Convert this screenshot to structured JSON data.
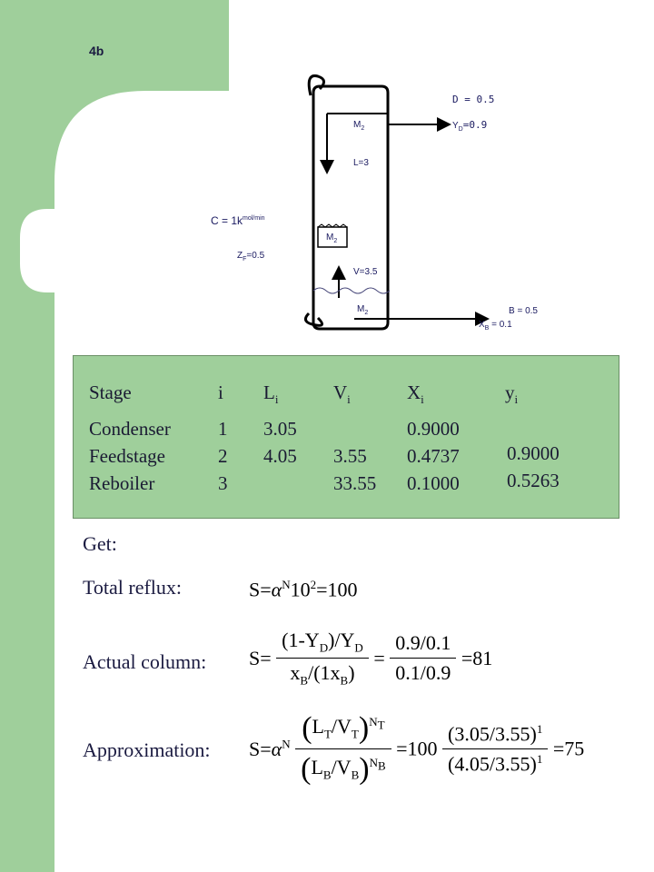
{
  "slide": {
    "number": "4b"
  },
  "theme": {
    "band_color": "#9fcf9b",
    "table_fill": "#9fcf9b",
    "text_color": "#1a1a40"
  },
  "diagram": {
    "d_label": "D = 0.5",
    "yd_label": "Y",
    "yd_sub": "D",
    "yd_value": "=0.9",
    "m2_label": "M",
    "m2_sub": "2",
    "l_label": "L=3",
    "c_label": "C = 1k",
    "c_sup": "mol/min",
    "zf_label": "Z",
    "zf_sub": "F",
    "zf_value": "=0.5",
    "v_label": "V=3.5",
    "b_label": "B = 0.5",
    "xb_label": "X",
    "xb_sub": "B",
    "xb_value": " = 0.1"
  },
  "table": {
    "headers": [
      {
        "main": "Stage",
        "sub": ""
      },
      {
        "main": "i",
        "sub": ""
      },
      {
        "main": "L",
        "sub": "i"
      },
      {
        "main": "V",
        "sub": "i"
      },
      {
        "main": "X",
        "sub": "i"
      },
      {
        "main": "y",
        "sub": "i"
      }
    ],
    "stages": [
      "Condenser",
      "Feedstage",
      "Reboiler"
    ],
    "i": [
      "1",
      "2",
      "3"
    ],
    "L": [
      "3.05",
      "4.05"
    ],
    "V": [
      "3.55",
      "33.55"
    ],
    "X": [
      "0.9000",
      "0.4737",
      "0.1000"
    ],
    "y": [
      "0.9000",
      "0.5263"
    ]
  },
  "labels": {
    "get": "Get:",
    "total_reflux": "Total reflux:",
    "actual_column": "Actual column:",
    "approximation": "Approximation:"
  },
  "equations": {
    "total_reflux": {
      "s": "S=",
      "alpha": "α",
      "n_sup": "N",
      "ten": "10",
      "two_sup": "2",
      "result": "=100"
    },
    "actual": {
      "s": "S=",
      "num": "(1-Y",
      "num_sub": "D",
      "num_mid": ")/Y",
      "num_sub2": "D",
      "den": "x",
      "den_sub": "B",
      "den_rest": "/(1x",
      "den_sub2": "B",
      "den_end": ")",
      "eq1": "=",
      "num2": "0.9/0.1",
      "den2": "0.1/0.9",
      "result": "=81"
    },
    "approx": {
      "s": "S=",
      "alpha": "α",
      "n_sup": "N",
      "top_l": "L",
      "top_sub1": "T",
      "top_slash": "/V",
      "top_sub2": "T",
      "top_exp": "N",
      "top_exp_sub": "T",
      "bot_l": "L",
      "bot_sub1": "B",
      "bot_slash": "/V",
      "bot_sub2": "B",
      "bot_exp": "N",
      "bot_exp_sub": "B",
      "eq100": "=100",
      "num_val": "(3.05/3.55)",
      "num_exp": "1",
      "den_val": "(4.05/3.55)",
      "den_exp": "1",
      "result": "=75"
    }
  }
}
